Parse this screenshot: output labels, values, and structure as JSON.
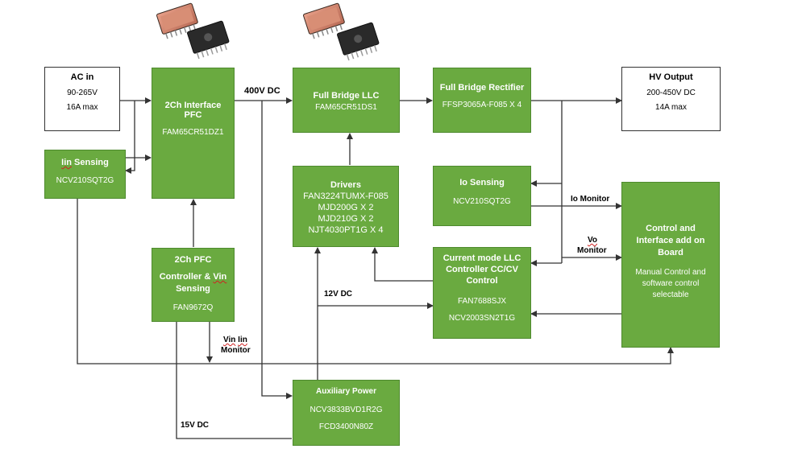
{
  "blocks": {
    "ac_in": {
      "title": "AC in",
      "line1": "90-265V",
      "line2": "16A max"
    },
    "pfc": {
      "title": "2Ch Interface PFC",
      "part": "FAM65CR51DZ1"
    },
    "llc": {
      "title": "Full Bridge LLC",
      "part": "FAM65CR51DS1"
    },
    "rectifier": {
      "title": "Full Bridge Rectifier",
      "part": "FFSP3065A-F085 X 4"
    },
    "hv_output": {
      "title": "HV Output",
      "line1": "200-450V DC",
      "line2": "14A max"
    },
    "iin_sensing": {
      "title_prefix": "Iin",
      "title_suffix": " Sensing",
      "part": "NCV210SQT2G"
    },
    "drivers": {
      "title": "Drivers",
      "line1": "FAN3224TUMX-F085",
      "line2": "MJD200G X 2",
      "line3": "MJD210G X 2",
      "line4": "NJT4030PT1G X 4"
    },
    "io_sensing": {
      "title": "Io Sensing",
      "part": "NCV210SQT2G"
    },
    "control": {
      "title": "Control and Interface add on Board",
      "line1": "Manual Control and software control selectable"
    },
    "pfc_ctrl": {
      "title": "2Ch PFC",
      "line1_prefix": "Controller & ",
      "line1_sq": "Vin",
      "line2": "Sensing",
      "part": "FAN9672Q"
    },
    "llc_ctrl": {
      "title": "Current mode LLC Controller CC/CV Control",
      "part1": "FAN7688SJX",
      "part2": "NCV2003SN2T1G"
    },
    "aux": {
      "title": "Auxiliary Power",
      "part1": "NCV3833BVD1R2G",
      "part2": "FCD3400N80Z"
    }
  },
  "labels": {
    "v400": "400V DC",
    "io_monitor": "Io Monitor",
    "vo_monitor_a": "Vo",
    "vo_monitor_b": "Monitor",
    "v12": "12V DC",
    "vin_iin_a": "Vin",
    "vin_iin_b": "Iin",
    "vin_iin_c": "Monitor",
    "v15": "15V DC"
  },
  "colors": {
    "block_fill": "#6aaa40",
    "line": "#333333",
    "squiggle": "#d02020"
  },
  "icons": [
    "power-module-chip-icon",
    "power-module-chip-icon"
  ]
}
